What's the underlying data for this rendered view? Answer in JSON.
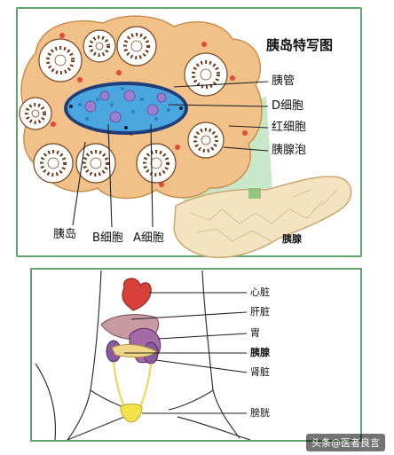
{
  "title": "胰岛特写图",
  "top_labels": {
    "pancreatic_duct": "胰管",
    "d_cell": "D细胞",
    "red_blood_cell": "红细胞",
    "acinus": "胰腺泡",
    "islet": "胰岛",
    "b_cell": "B细胞",
    "a_cell": "A细胞",
    "pancreas": "胰腺"
  },
  "bottom_labels": {
    "heart": "心脏",
    "liver": "肝脏",
    "stomach": "胃",
    "pancreas": "胰腺",
    "kidney": "肾脏",
    "bladder": "膀胱"
  },
  "watermark": "头条@医者良言",
  "colors": {
    "panel_border": "#5fa46a",
    "tissue": "#f2c089",
    "islet_blue": "#4aa6de",
    "islet_purple": "#9b7fcf",
    "acinus_white": "#ffffff",
    "heart": "#d8413a",
    "liver": "#c99aa3",
    "stomach": "#a46aa8",
    "pancreas_organ": "#f0d58a",
    "bladder": "#f3e24a"
  }
}
